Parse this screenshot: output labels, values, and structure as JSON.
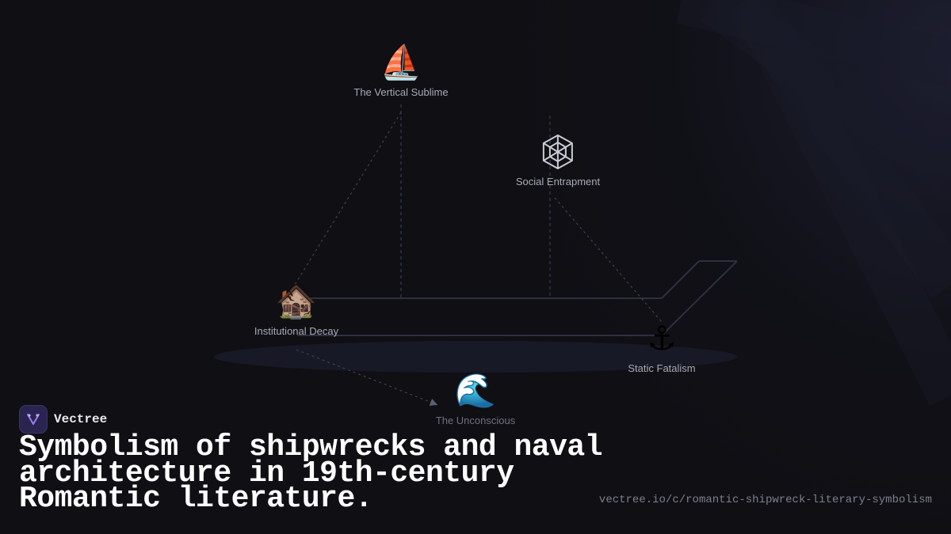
{
  "brand": {
    "name": "Vectree",
    "logo_icon": "vectree-logo-icon",
    "accent": "#7c5cd6"
  },
  "headline": "Symbolism of shipwrecks and naval architecture in 19th-century Romantic literature.",
  "url": "vectree.io/c/romantic-shipwreck-literary-symbolism",
  "nodes": {
    "vertical_sublime": {
      "label": "The Vertical Sublime",
      "icon": "sailboat-icon",
      "glyph": "⛵"
    },
    "social_entrapment": {
      "label": "Social Entrapment",
      "icon": "spider-web-icon"
    },
    "institutional_decay": {
      "label": "Institutional Decay",
      "icon": "derelict-house-icon",
      "glyph": "🏚️"
    },
    "static_fatalism": {
      "label": "Static Fatalism",
      "icon": "anchor-icon",
      "glyph": "⚓"
    },
    "the_unconscious": {
      "label": "The Unconscious",
      "icon": "water-wave-icon",
      "glyph": "🌊"
    }
  }
}
